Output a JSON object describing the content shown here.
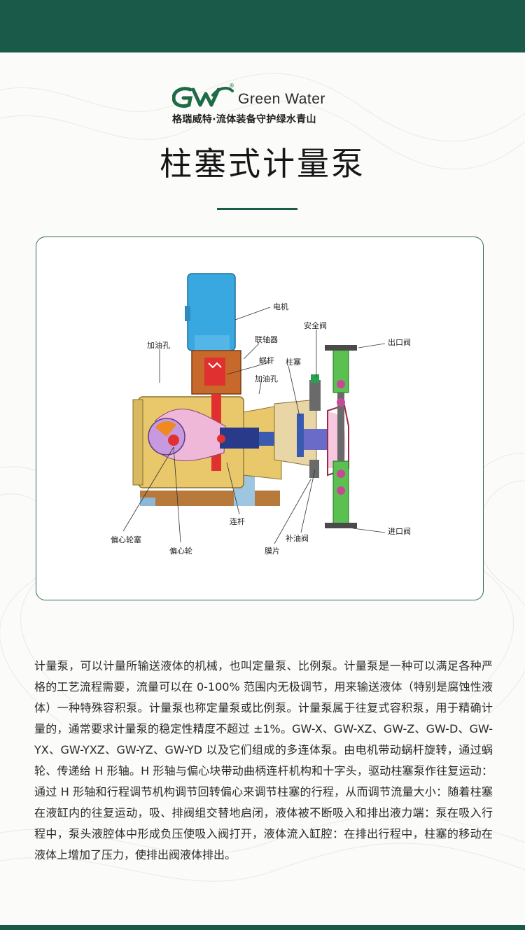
{
  "brand": {
    "name_en": "Green Water",
    "registered_mark": "®",
    "slogan": "格瑞威特·流体装备守护绿水青山",
    "colors": {
      "header": "#1a5a48",
      "logo_green": "#1e6b45"
    }
  },
  "page": {
    "title": "柱塞式计量泵"
  },
  "diagram": {
    "labels": {
      "motor": "电机",
      "safety_valve": "安全阀",
      "oil_hole_left": "加油孔",
      "coupling": "联轴器",
      "outlet_valve": "出口阀",
      "worm": "蜗杆",
      "plunger": "柱塞",
      "oil_hole_right": "加油孔",
      "connecting_rod": "连杆",
      "eccentric_slider": "偏心轮塞",
      "refill_valve": "补油阀",
      "inlet_valve": "进口阀",
      "eccentric_wheel": "偏心轮",
      "diaphragm": "膜片"
    }
  },
  "description": "计量泵，可以计量所输送液体的机械，也叫定量泵、比例泵。计量泵是一种可以满足各种严格的工艺流程需要，流量可以在 0-100% 范围内无极调节，用来输送液体（特别是腐蚀性液体）一种特殊容积泵。计量泵也称定量泵或比例泵。计量泵属于往复式容积泵，用于精确计量的，通常要求计量泵的稳定性精度不超过 ±1%。GW-X、GW-XZ、GW-Z、GW-D、GW-YX、GW-YXZ、GW-YZ、GW-YD 以及它们组成的多连体泵。由电机带动蜗杆旋转，通过蜗轮、传递给 H 形轴。H 形轴与偏心块带动曲柄连杆机构和十字头，驱动柱塞泵作往复运动：通过 H 形轴和行程调节机构调节回转偏心来调节柱塞的行程，从而调节流量大小：随着柱塞在液缸内的往复运动，吸、排阀组交替地启闭，液体被不断吸入和排出液力端：泵在吸入行程中，泵头液腔体中形成负压使吸入阀打开，液体流入缸腔：在排出行程中，柱塞的移动在液体上增加了压力，使排出阀液体排出。"
}
